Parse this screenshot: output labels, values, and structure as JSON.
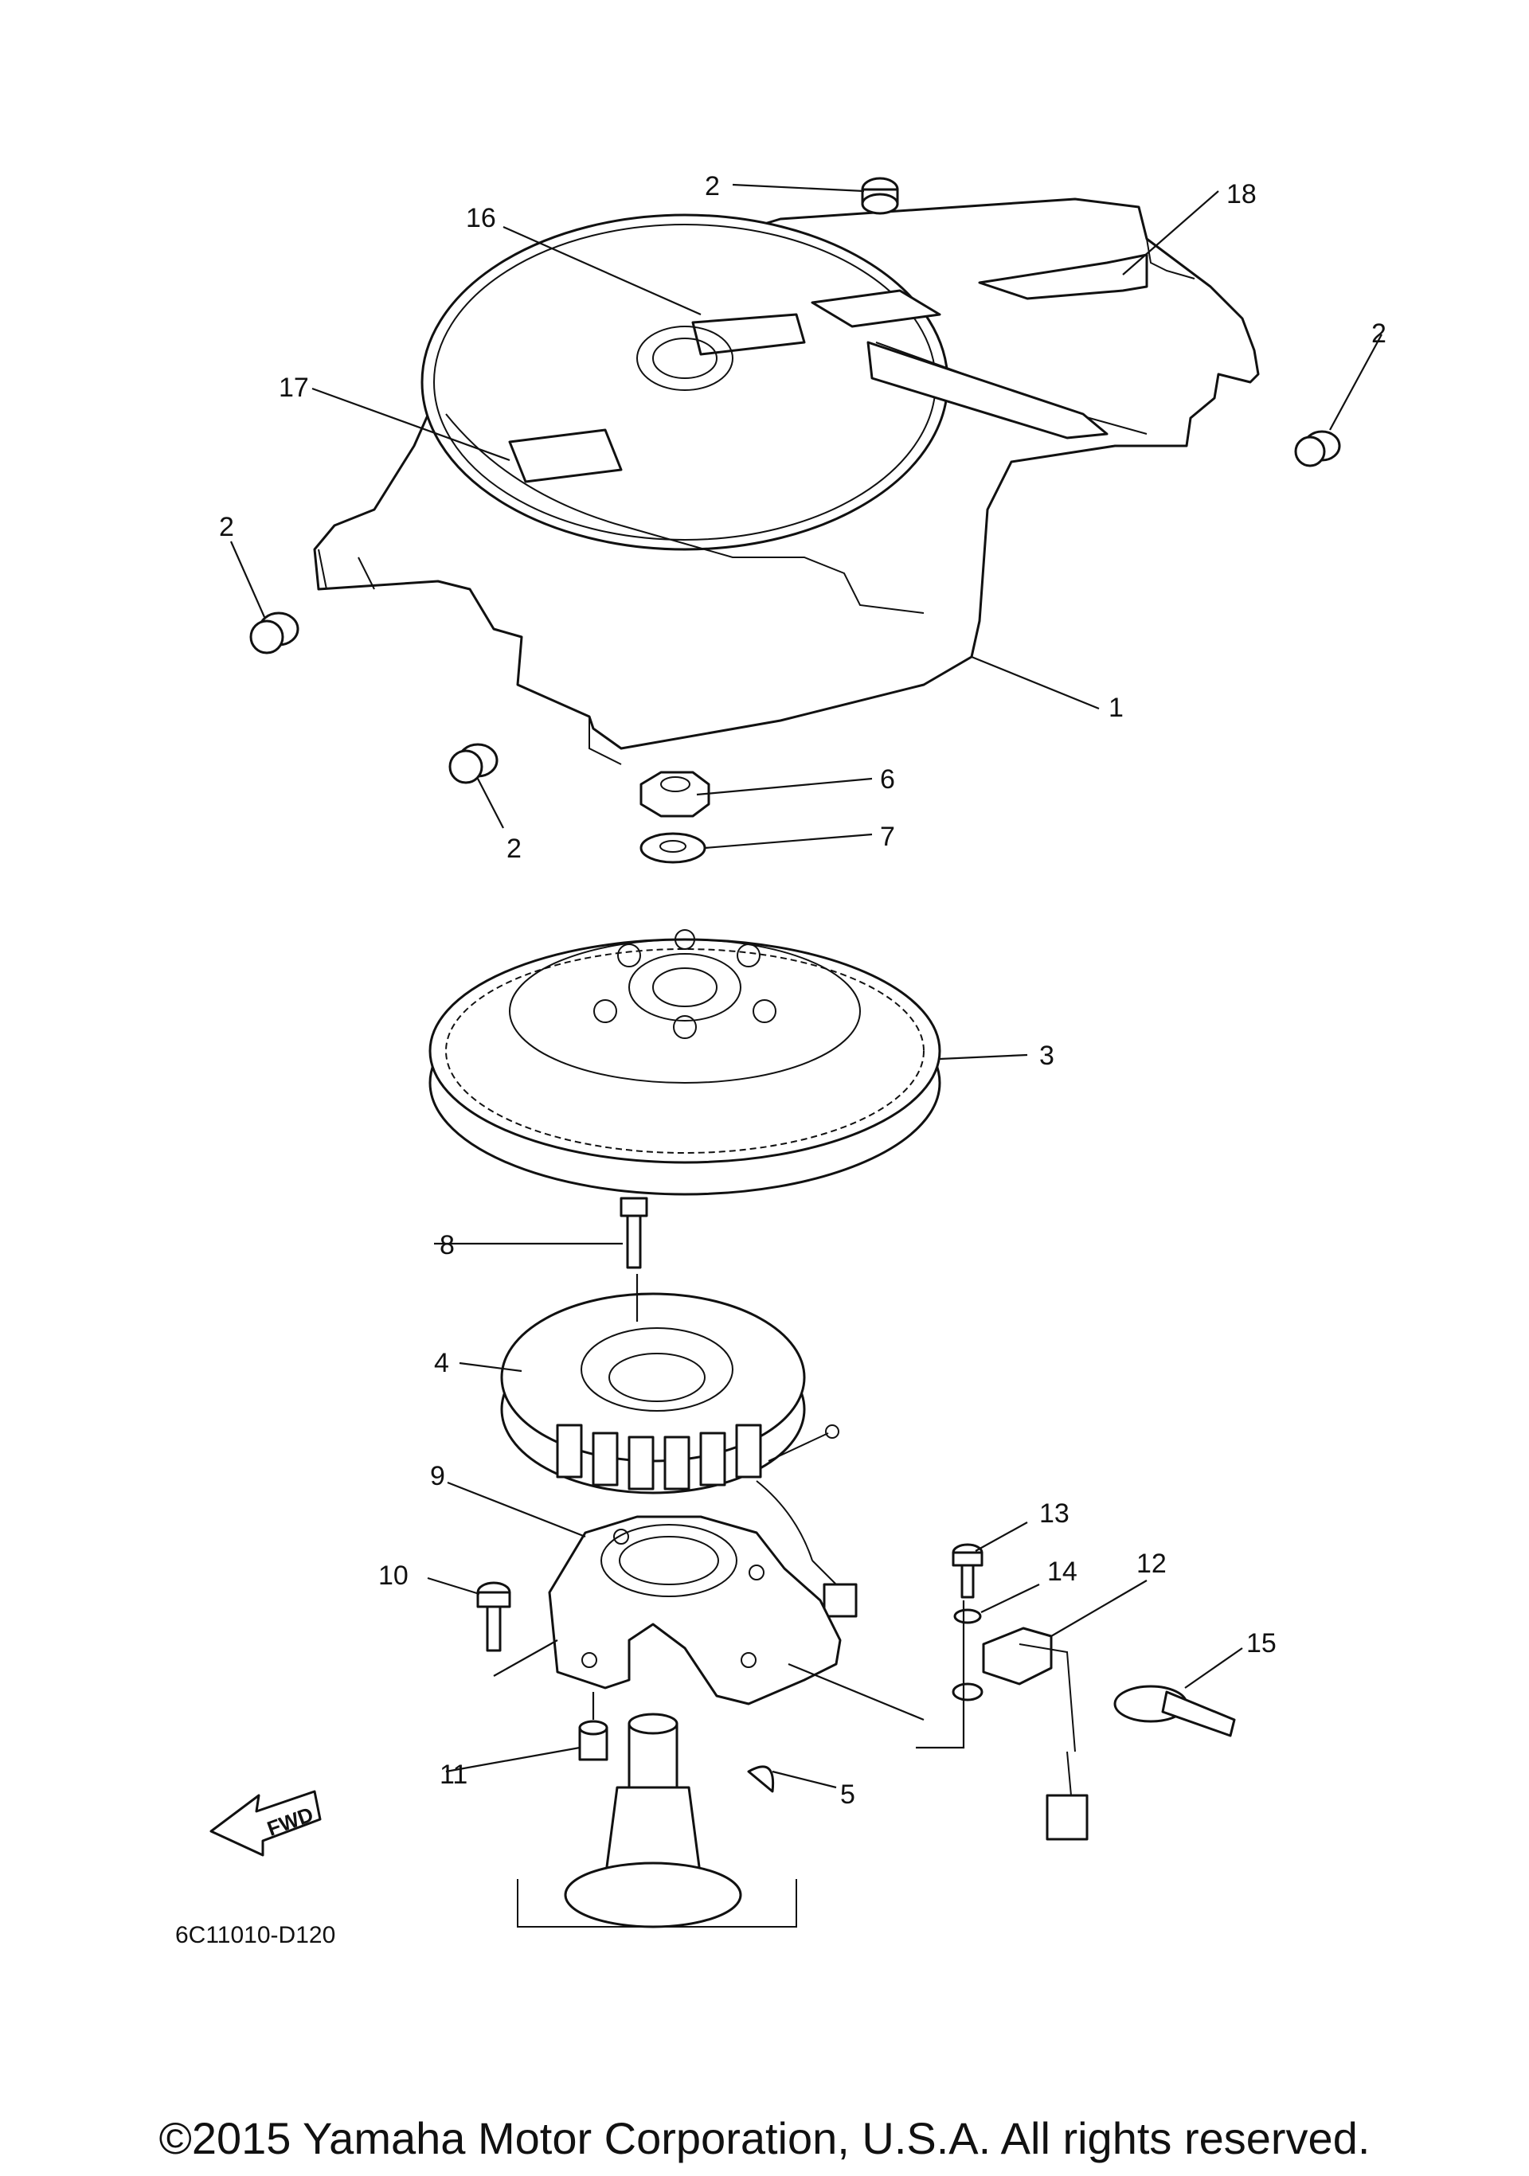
{
  "callouts": {
    "c1": "1",
    "c2a": "2",
    "c2b": "2",
    "c2c": "2",
    "c2d": "2",
    "c3": "3",
    "c4": "4",
    "c5": "5",
    "c6": "6",
    "c7": "7",
    "c8": "8",
    "c9": "9",
    "c10": "10",
    "c11": "11",
    "c12": "12",
    "c13": "13",
    "c14": "14",
    "c15": "15",
    "c16": "16",
    "c17": "17",
    "c18": "18"
  },
  "fwd_label": "FWD",
  "diagram_code": "6C11010-D120",
  "copyright": "©2015 Yamaha Motor Corporation, U.S.A. All rights reserved."
}
